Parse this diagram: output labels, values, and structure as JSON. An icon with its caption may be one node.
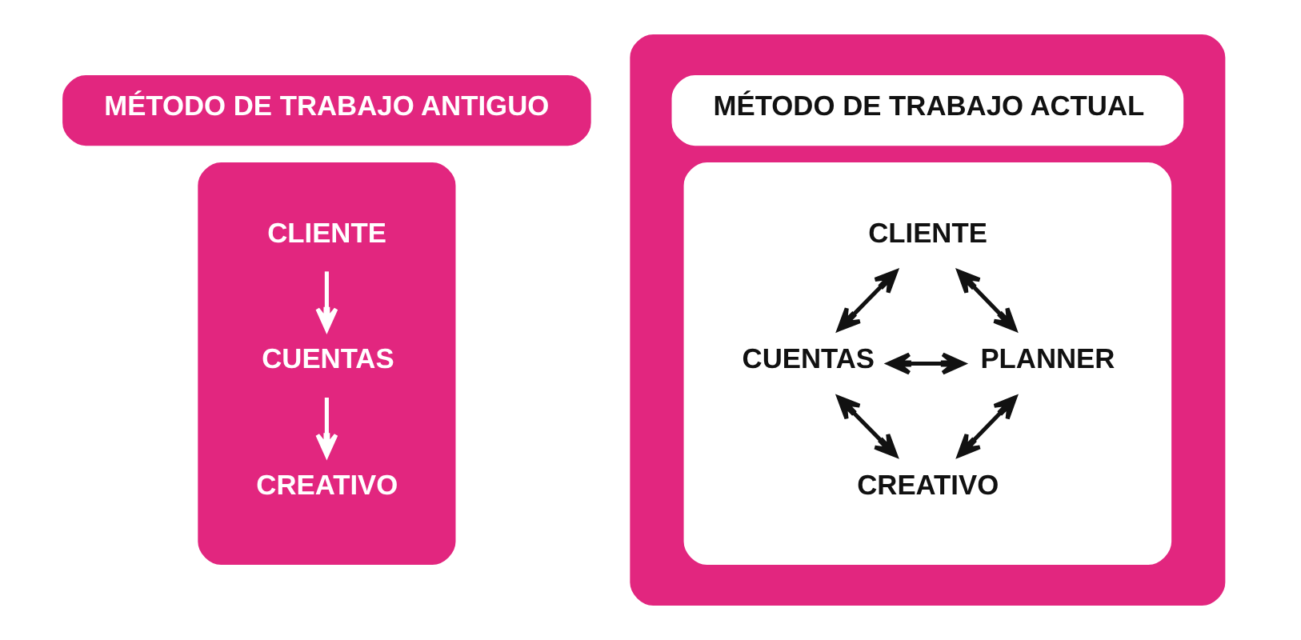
{
  "diagram": {
    "nodes": [
      {
        "text": [
          "MÉTODO DE TRABAJO ANTIGUO"
        ]
      },
      {
        "text": [],
        "shape": "box"
      },
      {
        "text": [
          "CLIENTE"
        ],
        "in": 1
      },
      {
        "text": [
          "CUENTAS"
        ],
        "in": 1
      },
      {
        "text": [
          "CREATIVO"
        ],
        "in": 1
      },
      {
        "text": [],
        "shape": "box"
      },
      {
        "text": [
          "MÉTODO DE TRABAJO ACTUAL"
        ],
        "in": 5
      },
      {
        "text": [],
        "shape": "box",
        "in": 5
      },
      {
        "text": [
          "CLIENTE"
        ],
        "in": 7
      },
      {
        "text": [
          "CUENTAS"
        ],
        "in": 7
      },
      {
        "text": [
          "PLANNER"
        ],
        "in": 7
      },
      {
        "text": [
          "CREATIVO"
        ],
        "in": 7
      }
    ],
    "edges": [
      {
        "from": 2,
        "to": 3,
        "arrow": "to",
        "color": "#ffffff"
      },
      {
        "from": 3,
        "to": 4,
        "arrow": "to",
        "color": "#ffffff"
      },
      {
        "from": 8,
        "to": 9,
        "arrow": "both"
      },
      {
        "from": 8,
        "to": 10,
        "arrow": "both"
      },
      {
        "from": 9,
        "to": 10,
        "arrow": "both"
      },
      {
        "from": 9,
        "to": 11,
        "arrow": "both"
      },
      {
        "from": 10,
        "to": 11,
        "arrow": "both"
      }
    ]
  }
}
